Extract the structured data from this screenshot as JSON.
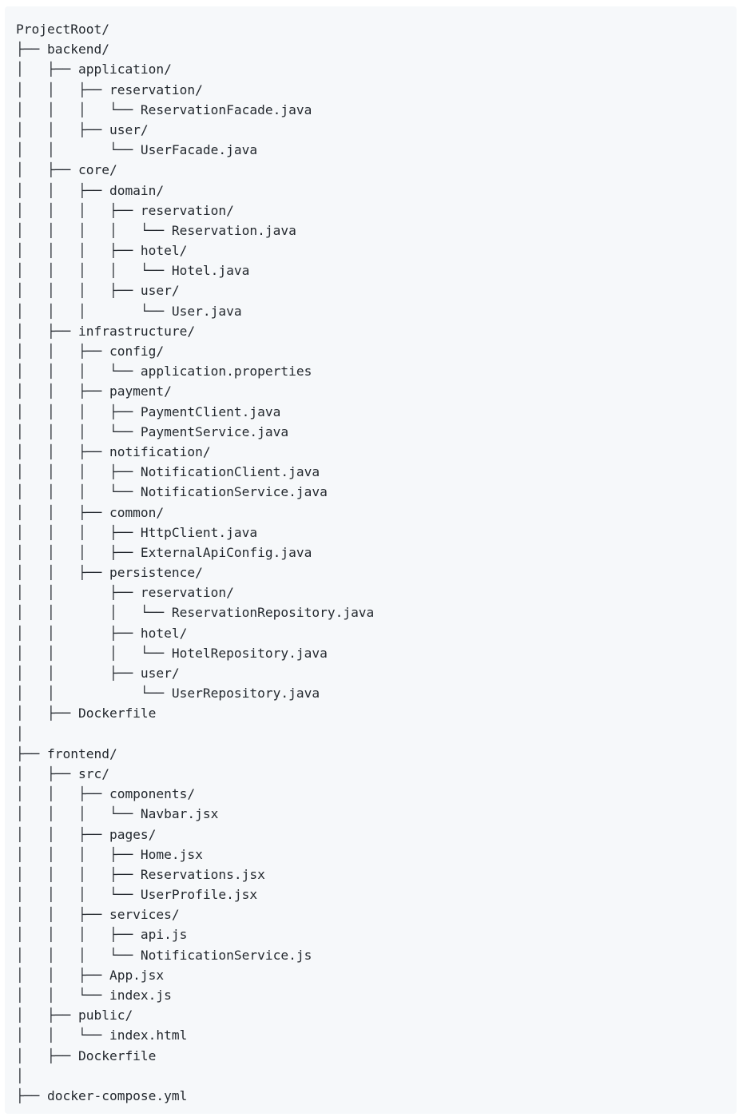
{
  "code_block": {
    "lines": [
      "ProjectRoot/",
      "├── backend/",
      "│   ├── application/",
      "│   │   ├── reservation/",
      "│   │   │   └── ReservationFacade.java",
      "│   │   ├── user/",
      "│   │       └── UserFacade.java",
      "│   ├── core/",
      "│   │   ├── domain/",
      "│   │   │   ├── reservation/",
      "│   │   │   │   └── Reservation.java",
      "│   │   │   ├── hotel/",
      "│   │   │   │   └── Hotel.java",
      "│   │   │   ├── user/",
      "│   │   │       └── User.java",
      "│   ├── infrastructure/",
      "│   │   ├── config/",
      "│   │   │   └── application.properties",
      "│   │   ├── payment/",
      "│   │   │   ├── PaymentClient.java",
      "│   │   │   └── PaymentService.java",
      "│   │   ├── notification/",
      "│   │   │   ├── NotificationClient.java",
      "│   │   │   └── NotificationService.java",
      "│   │   ├── common/",
      "│   │   │   ├── HttpClient.java",
      "│   │   │   ├── ExternalApiConfig.java",
      "│   │   ├── persistence/",
      "│   │       ├── reservation/",
      "│   │       │   └── ReservationRepository.java",
      "│   │       ├── hotel/",
      "│   │       │   └── HotelRepository.java",
      "│   │       ├── user/",
      "│   │           └── UserRepository.java",
      "│   ├── Dockerfile",
      "│",
      "├── frontend/",
      "│   ├── src/",
      "│   │   ├── components/",
      "│   │   │   └── Navbar.jsx",
      "│   │   ├── pages/",
      "│   │   │   ├── Home.jsx",
      "│   │   │   ├── Reservations.jsx",
      "│   │   │   └── UserProfile.jsx",
      "│   │   ├── services/",
      "│   │   │   ├── api.js",
      "│   │   │   └── NotificationService.js",
      "│   │   ├── App.jsx",
      "│   │   └── index.js",
      "│   ├── public/",
      "│   │   └── index.html",
      "│   ├── Dockerfile",
      "│",
      "├── docker-compose.yml"
    ]
  }
}
